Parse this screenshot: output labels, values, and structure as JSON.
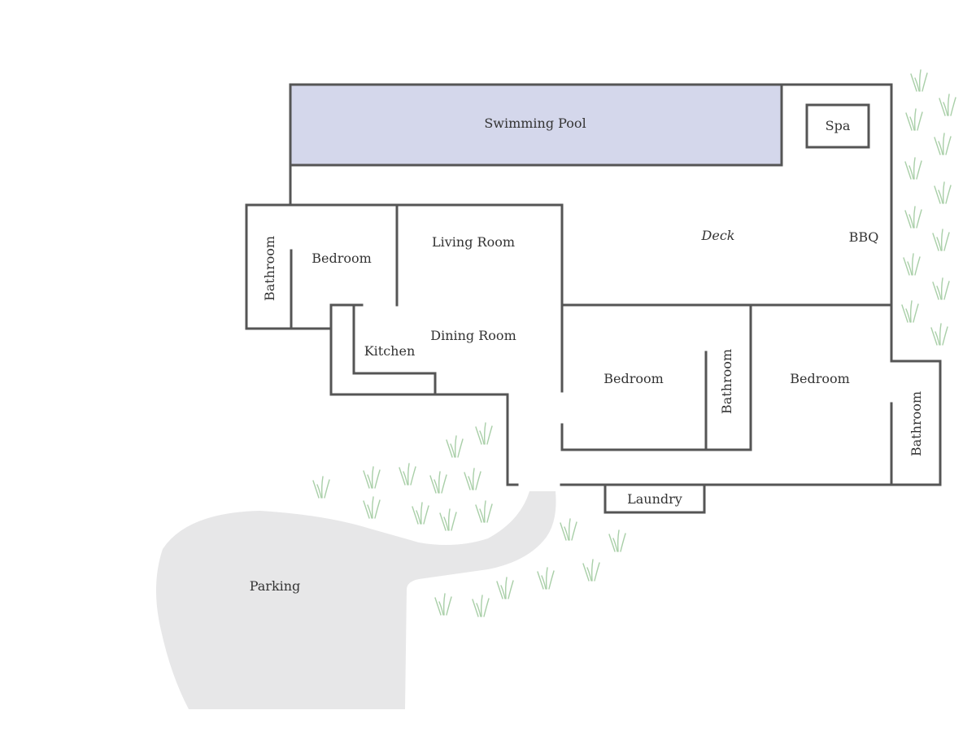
{
  "colors": {
    "wall": "#555555",
    "pool_fill": "#d4d7eb",
    "parking_fill": "#e7e7e8",
    "grass": "#a9cfa8",
    "label": "#333333"
  },
  "rooms": {
    "swimming_pool": "Swimming Pool",
    "spa": "Spa",
    "deck": "Deck",
    "bbq": "BBQ",
    "bathroom_west": "Bathroom",
    "bedroom_west": "Bedroom",
    "living_room": "Living Room",
    "dining_room": "Dining Room",
    "kitchen": "Kitchen",
    "bedroom_middle": "Bedroom",
    "bathroom_middle": "Bathroom",
    "bedroom_east": "Bedroom",
    "bathroom_east": "Bathroom",
    "laundry": "Laundry",
    "parking": "Parking"
  }
}
